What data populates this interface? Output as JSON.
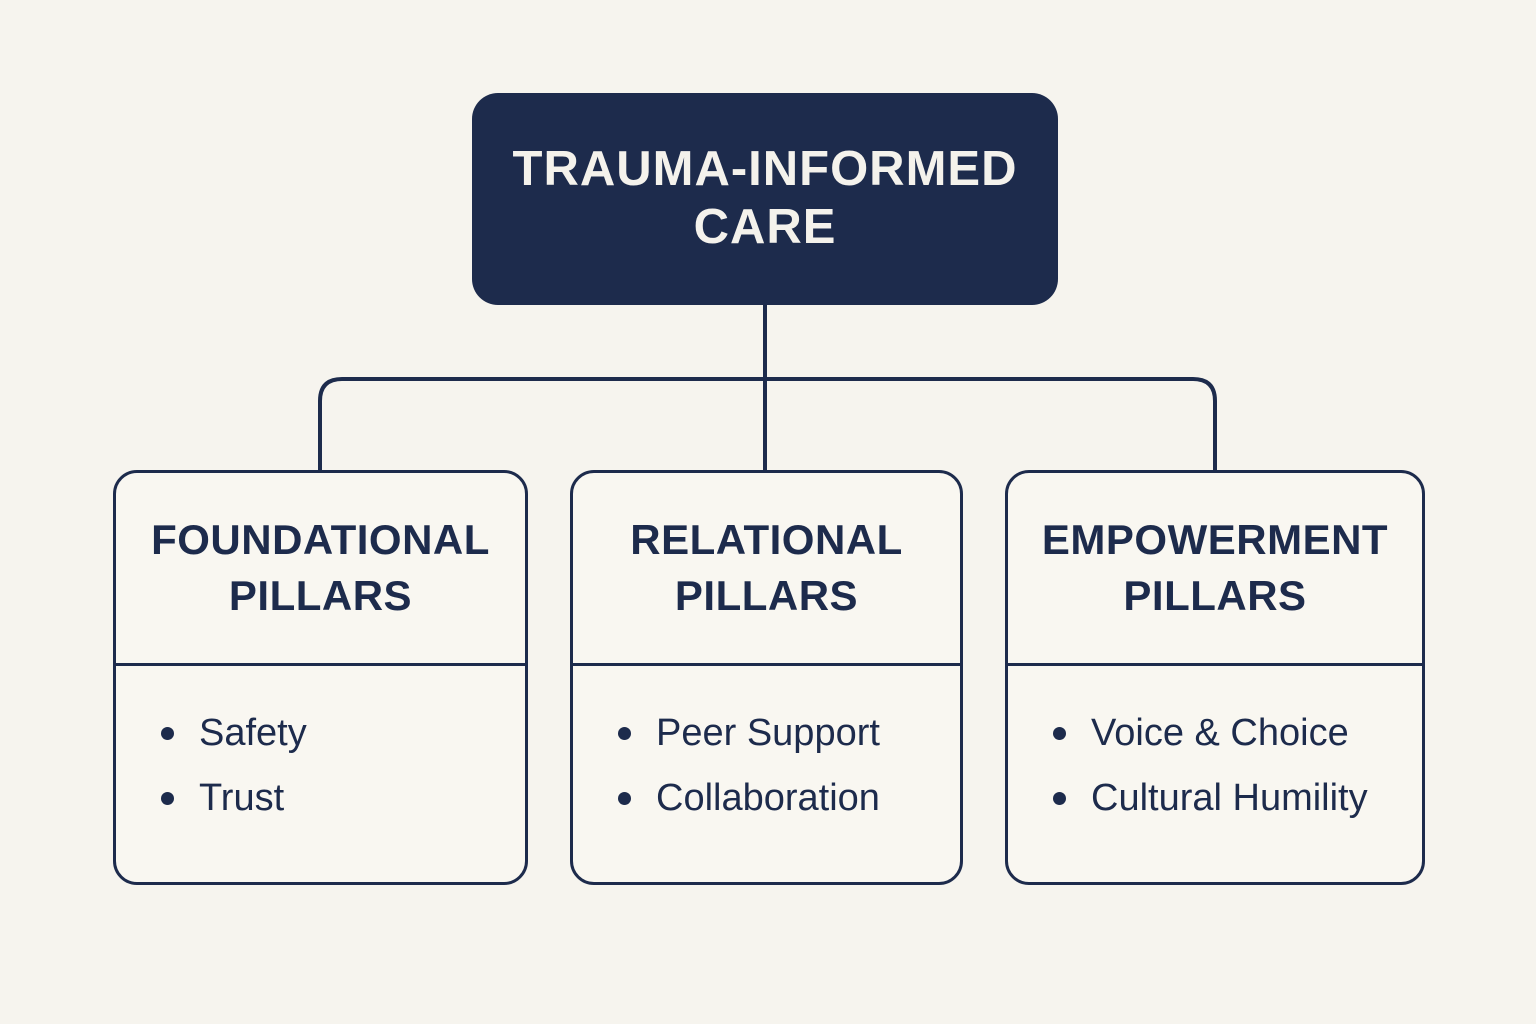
{
  "diagram": {
    "root": {
      "title": "TRAUMA-INFORMED CARE"
    },
    "pillars": [
      {
        "heading": "FOUNDATIONAL PILLARS",
        "items": [
          "Safety",
          "Trust"
        ]
      },
      {
        "heading": "RELATIONAL PILLARS",
        "items": [
          "Peer Support",
          "Collaboration"
        ]
      },
      {
        "heading": "EMPOWERMENT PILLARS",
        "items": [
          "Voice & Choice",
          "Cultural Humility"
        ]
      }
    ],
    "colors": {
      "navy": "#1d2b4c",
      "background": "#f6f4ee",
      "card_background": "#f9f7f1",
      "root_text": "#f4f2ec"
    }
  }
}
